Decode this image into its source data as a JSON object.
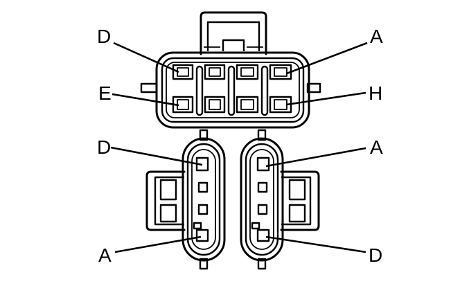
{
  "diagram": {
    "top_connector": {
      "labels": {
        "top_left": "D",
        "top_right": "A",
        "bottom_left": "E",
        "bottom_right": "H"
      }
    },
    "left_connector": {
      "labels": {
        "top": "D",
        "bottom": "A"
      }
    },
    "right_connector": {
      "labels": {
        "top": "A",
        "bottom": "D"
      }
    }
  }
}
